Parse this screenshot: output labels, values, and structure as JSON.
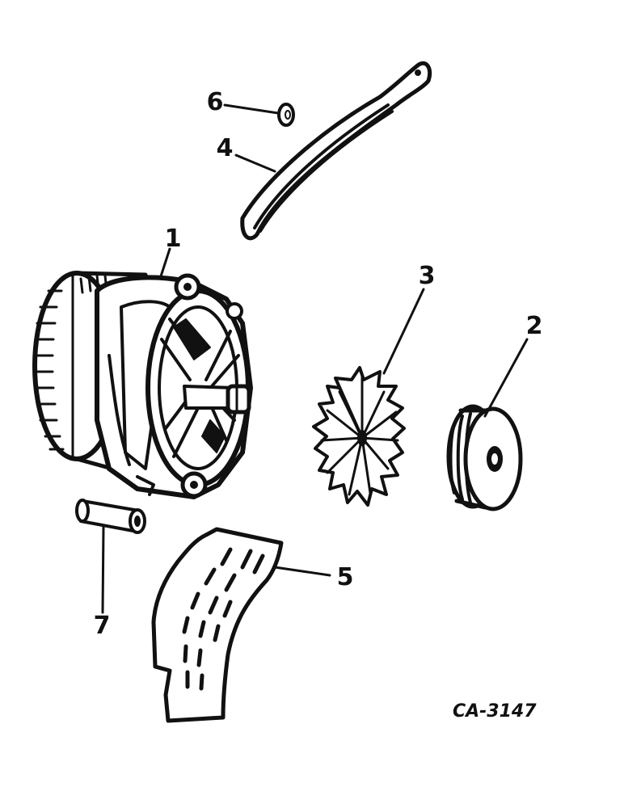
{
  "callouts": {
    "c1": "1",
    "c2": "2",
    "c3": "3",
    "c4": "4",
    "c5": "5",
    "c6": "6",
    "c7": "7"
  },
  "figure_code": "CA-3147",
  "ink_color": "#111111",
  "paper_color": "#ffffff"
}
